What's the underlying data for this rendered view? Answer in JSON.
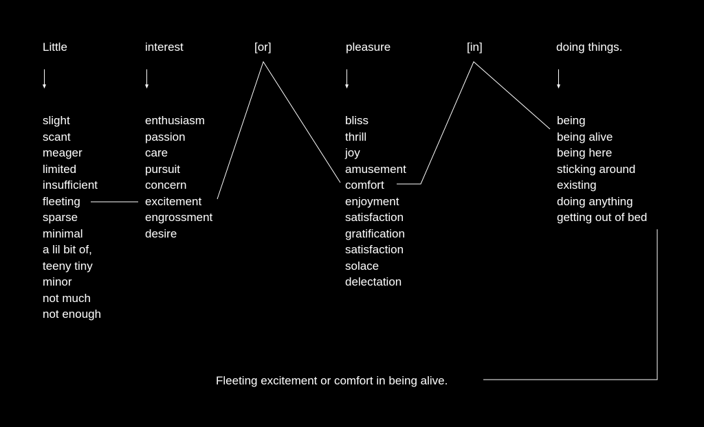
{
  "phrase": {
    "words": [
      "Little",
      "interest",
      "[or]",
      "pleasure",
      "[in]",
      "doing things."
    ]
  },
  "columns": [
    {
      "items": [
        "slight",
        "scant",
        "meager",
        "limited",
        "insufficient",
        "fleeting",
        "sparse",
        "minimal",
        "a lil bit of,",
        "teeny tiny",
        "minor",
        "not much",
        "not enough"
      ]
    },
    {
      "items": [
        "enthusiasm",
        "passion",
        "care",
        "pursuit",
        "concern",
        "excitement",
        "engrossment",
        "desire"
      ]
    },
    {
      "items": [
        "bliss",
        "thrill",
        "joy",
        "amusement",
        "comfort",
        "enjoyment",
        "satisfaction",
        "gratification",
        "satisfaction",
        "solace",
        "delectation"
      ]
    },
    {
      "items": [
        "being",
        "being alive",
        "being here",
        "sticking around",
        "existing",
        "doing anything",
        "getting out of bed"
      ]
    }
  ],
  "result": {
    "sentence": "Fleeting excitement or comfort in being alive."
  },
  "colors": {
    "background": "#000000",
    "foreground": "#ffffff"
  }
}
